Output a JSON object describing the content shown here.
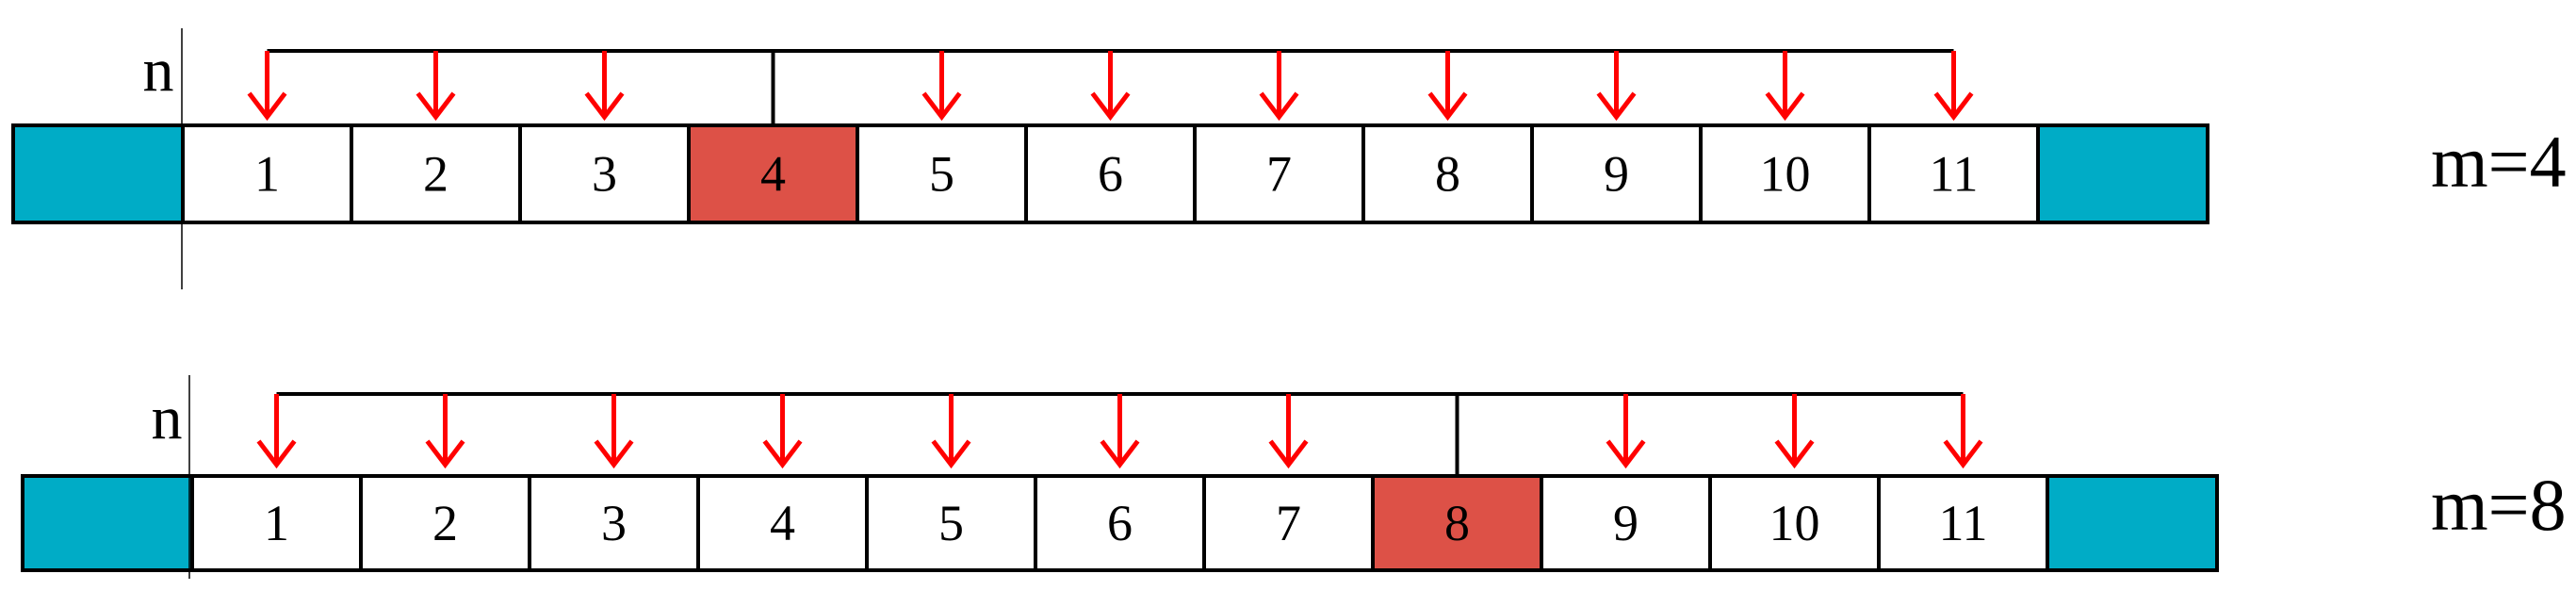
{
  "colors": {
    "end_block": "#00ACC6",
    "highlight": "#DD5147",
    "arrow": "#FF0000",
    "line": "#000000",
    "cell_fill": "#FFFFFF"
  },
  "rows": [
    {
      "n_label": "n",
      "m_label": "m=4",
      "highlight_index": 4,
      "cells": [
        "1",
        "2",
        "3",
        "4",
        "5",
        "6",
        "7",
        "8",
        "9",
        "10",
        "11"
      ]
    },
    {
      "n_label": "n",
      "m_label": "m=8",
      "highlight_index": 8,
      "cells": [
        "1",
        "2",
        "3",
        "4",
        "5",
        "6",
        "7",
        "8",
        "9",
        "10",
        "11"
      ]
    }
  ]
}
